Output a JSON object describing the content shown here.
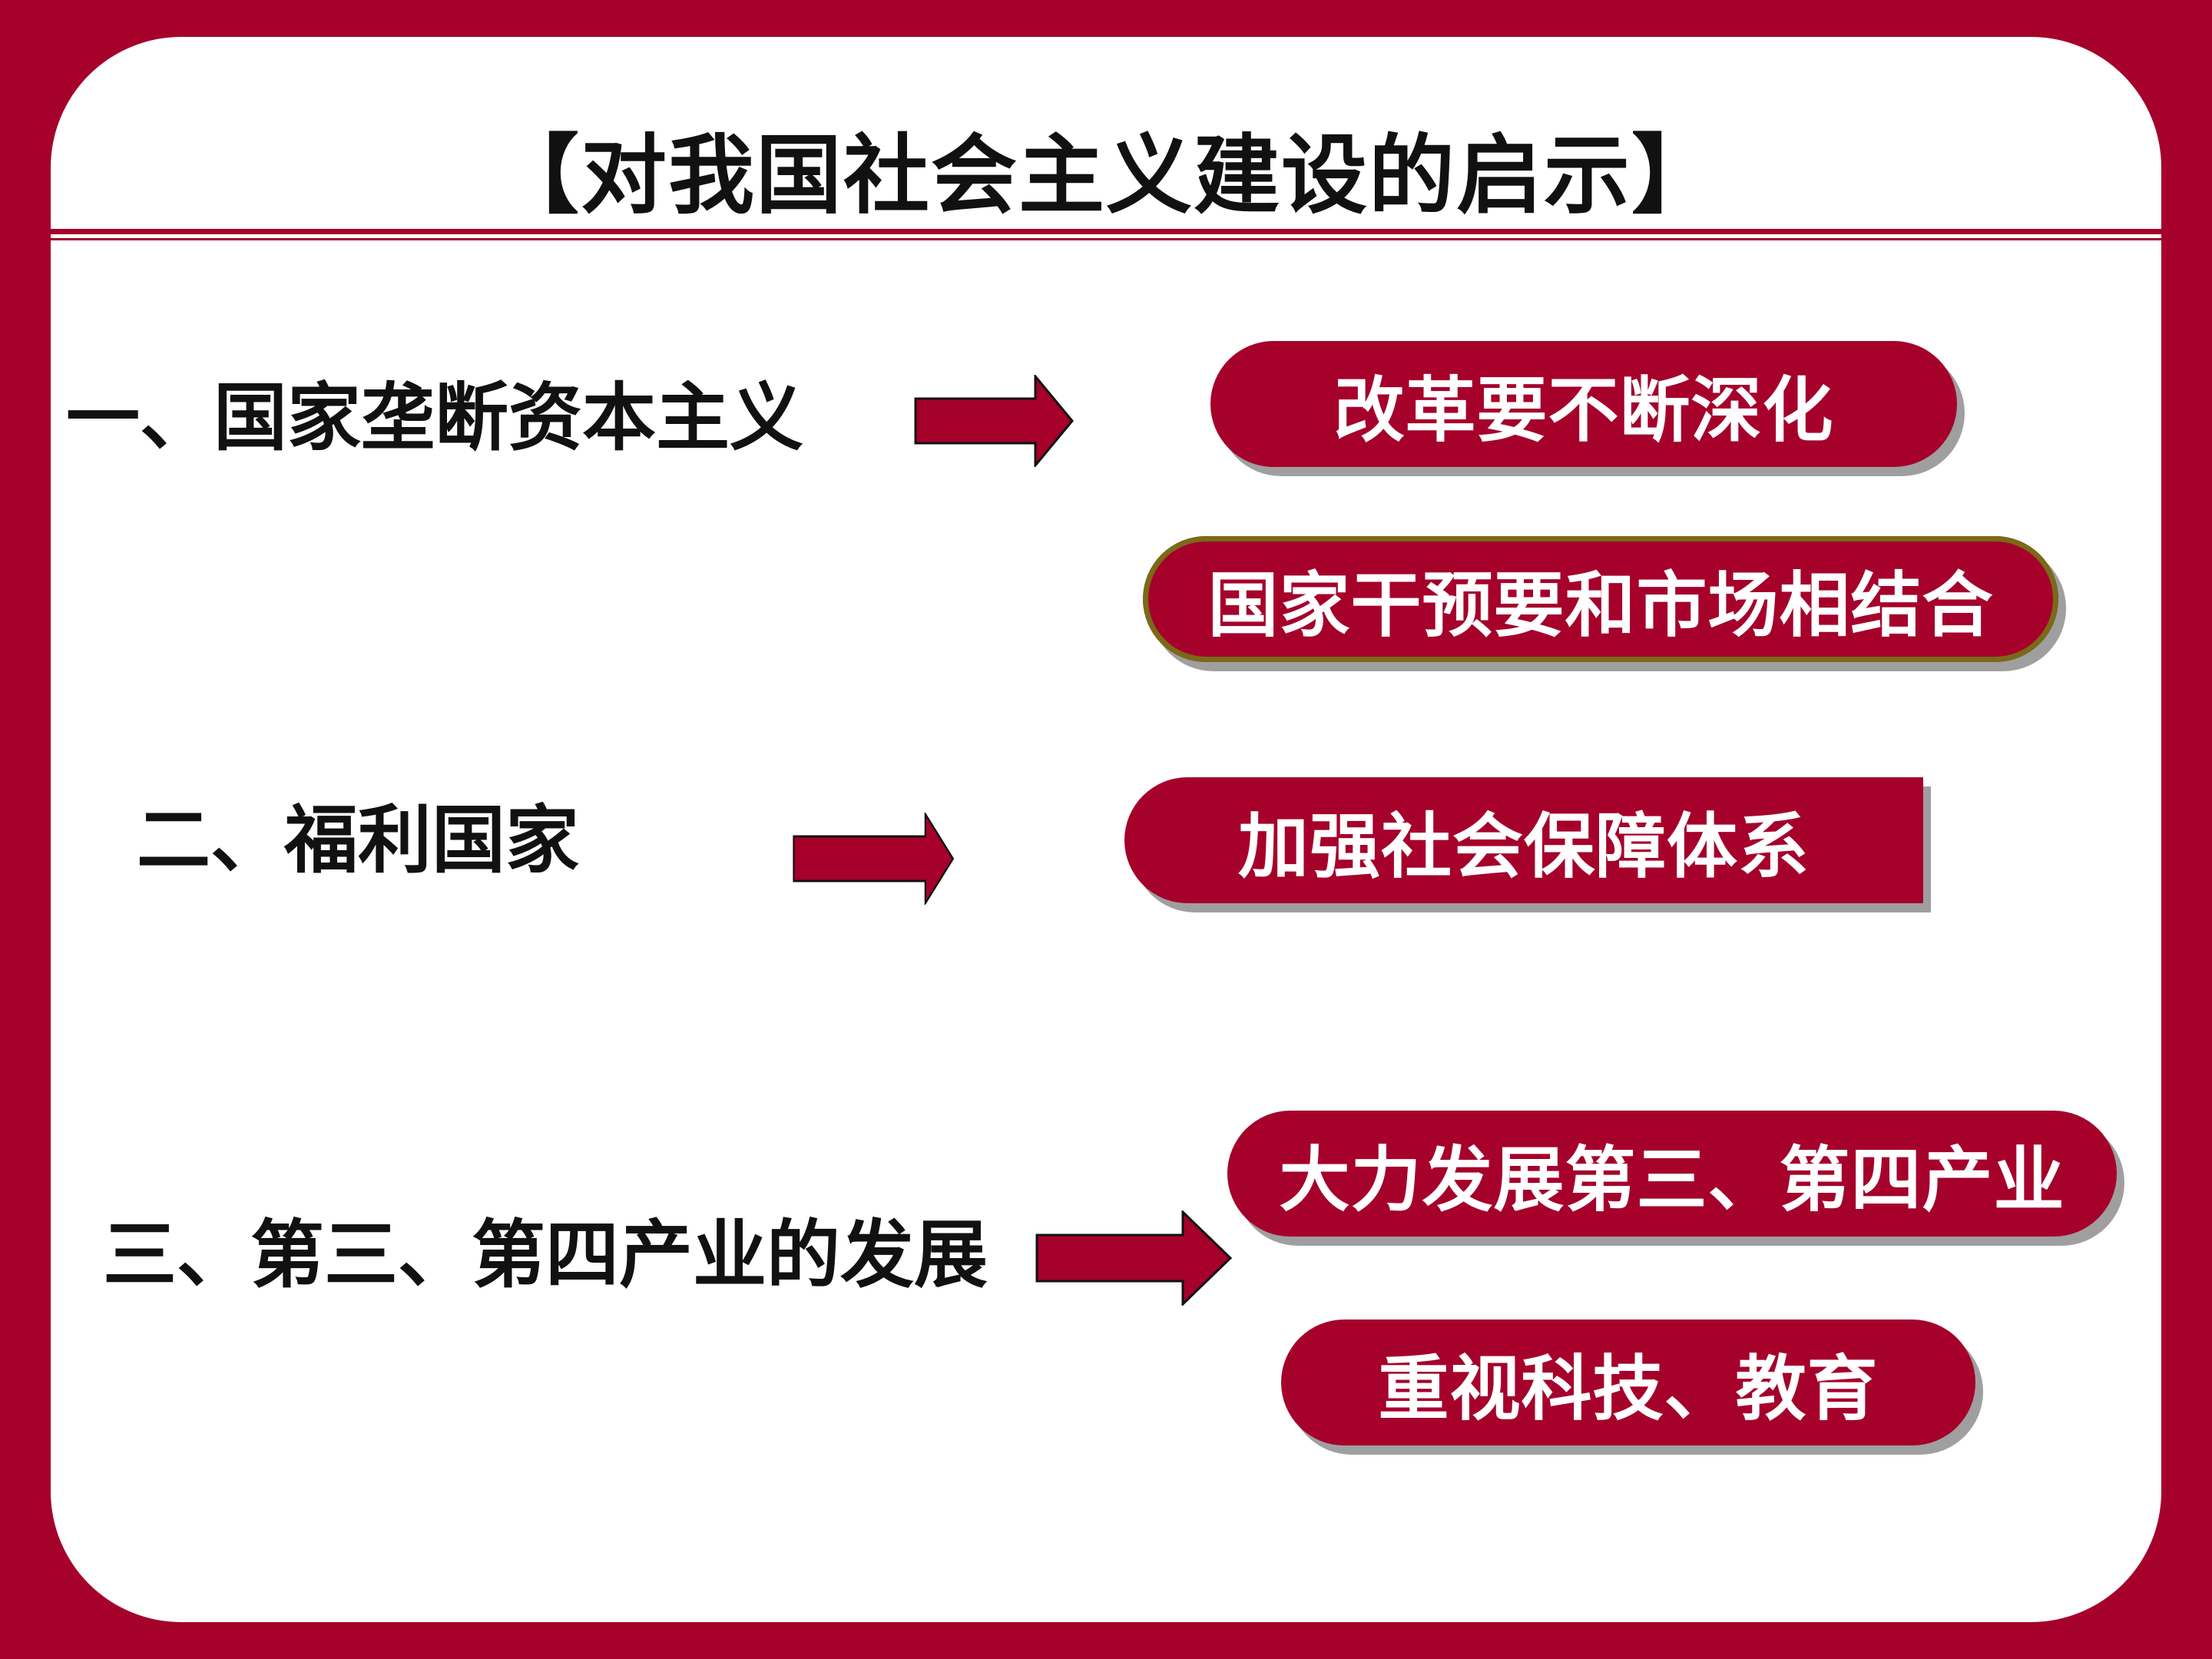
{
  "slide": {
    "title": "【对我国社会主义建设的启示】",
    "rows": [
      {
        "label": "一、国家垄断资本主义",
        "lessons": [
          "改革要不断深化",
          "国家干预要和市场相结合"
        ]
      },
      {
        "label": "二、福利国家",
        "lessons": [
          "加强社会保障体系"
        ]
      },
      {
        "label": "三、第三、第四产业的发展",
        "lessons": [
          "大力发展第三、第四产业",
          "重视科技、教育"
        ]
      }
    ]
  },
  "colors": {
    "background": "#a5012b",
    "card": "#ffffff",
    "pill": "#a5012b",
    "pill_text": "#ffffff",
    "pill_shadow": "#9f9f9f",
    "text": "#111111"
  }
}
